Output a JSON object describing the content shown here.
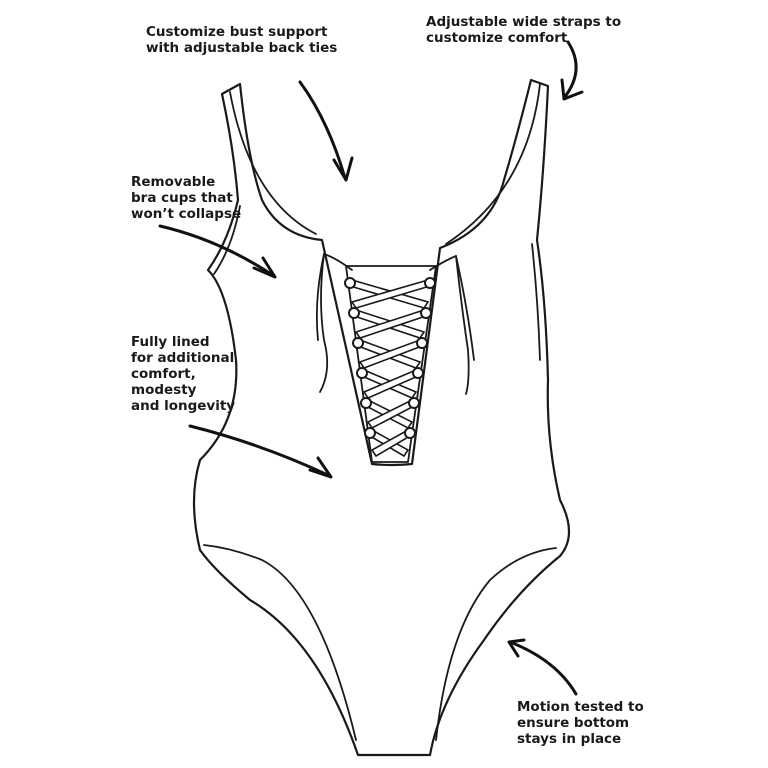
{
  "annotations": {
    "bust": [
      "Customize bust support",
      "with adjustable back ties"
    ],
    "straps": [
      "Adjustable wide straps to",
      "customize comfort"
    ],
    "cups": [
      "Removable",
      "bra cups that",
      "won’t collapse"
    ],
    "lined": [
      "Fully lined",
      "for additional",
      "comfort,",
      "modesty",
      "and longevity"
    ],
    "motion": [
      "Motion tested to",
      "ensure bottom",
      "stays in place"
    ]
  },
  "colors": {
    "line": "#1a1a1a",
    "background": "#ffffff"
  },
  "icons": [
    "arrow-icon"
  ]
}
